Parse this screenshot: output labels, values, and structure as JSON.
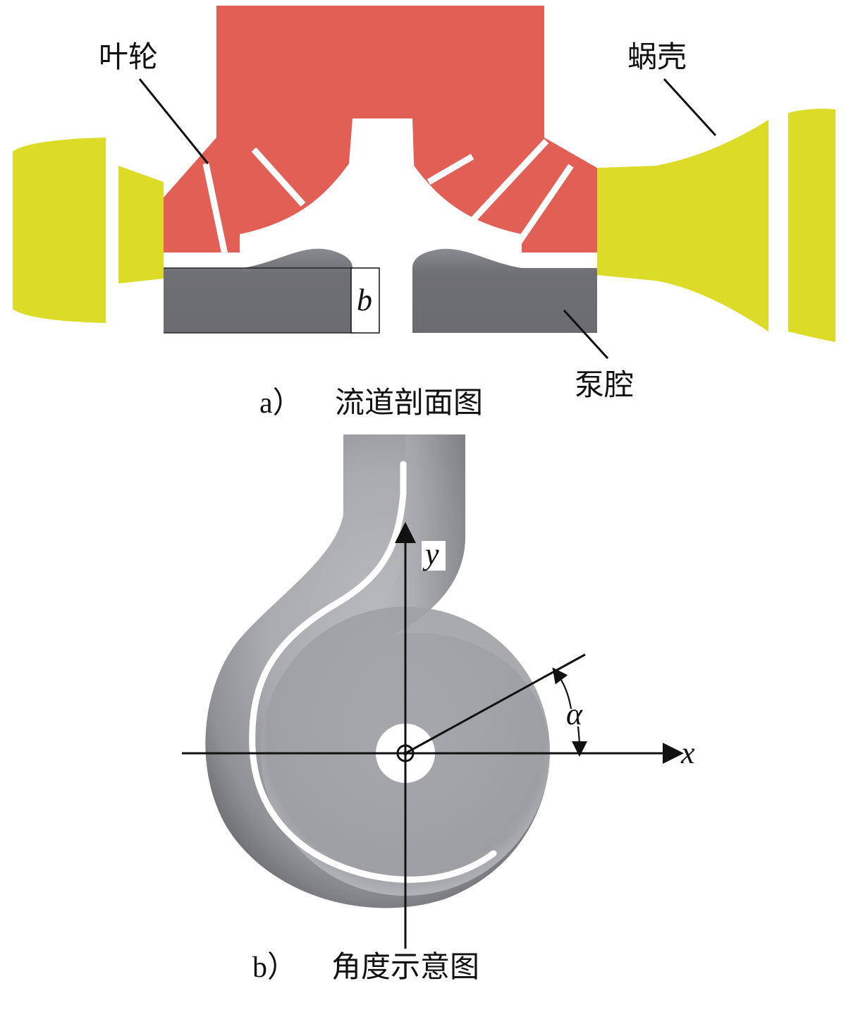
{
  "panel_a": {
    "labels": {
      "impeller": "叶轮",
      "volute": "蜗壳",
      "pump_chamber": "泵腔",
      "gap_width": "b"
    },
    "caption_letter": "a）",
    "caption_text": "流道剖面图"
  },
  "panel_b": {
    "axis_x": "x",
    "axis_y": "y",
    "angle": "α",
    "caption_letter": "b）",
    "caption_text": "角度示意图"
  },
  "colors": {
    "impeller": "#e25f55",
    "volute": "#dcdc28",
    "pump_chamber": "#707176",
    "background": "#ffffff",
    "outline": "#111111"
  }
}
